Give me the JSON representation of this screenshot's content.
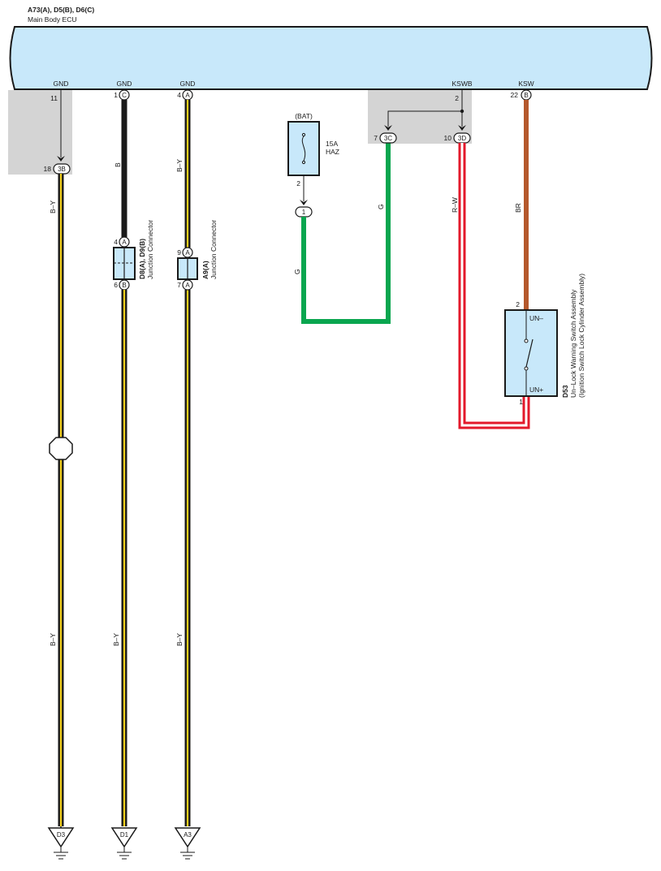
{
  "header": {
    "connector_codes": "A73(A), D5(B), D6(C)",
    "ecu_name": "Main Body ECU"
  },
  "colors": {
    "ecu_fill": "#c8e8fa",
    "shade": "#d4d4d4",
    "wire_black": "#1a1a1a",
    "wire_yellow": "#f2cf1a",
    "wire_green": "#0aa64f",
    "wire_red": "#e3192b",
    "wire_brown": "#b5582c"
  },
  "ecu_pins": {
    "gnd1": {
      "name": "GND",
      "pin": "11"
    },
    "gnd2": {
      "name": "GND",
      "pin": "1",
      "conn": "C"
    },
    "gnd3": {
      "name": "GND",
      "pin": "4",
      "conn": "A"
    },
    "kswb": {
      "name": "KSWB",
      "pin": "2"
    },
    "ksw": {
      "name": "KSW",
      "pin": "22",
      "conn": "B"
    }
  },
  "internal_conns": {
    "c3b": {
      "pin": "18",
      "conn": "3B"
    },
    "c3c": {
      "pin": "7",
      "conn": "3C"
    },
    "c3d": {
      "pin": "10",
      "conn": "3D"
    }
  },
  "wires": {
    "bk": "B",
    "by": "B–Y",
    "g": "G",
    "rw": "R–W",
    "br": "BR"
  },
  "fuse": {
    "source": "(BAT)",
    "rating": "15A",
    "name": "HAZ",
    "pin": "2",
    "conn": "1"
  },
  "jc1": {
    "code": "D8(A), D9(B)",
    "label": "Junction Connector",
    "pin_top": "4",
    "conn_top": "A",
    "pin_bottom": "6",
    "conn_bottom": "B"
  },
  "jc2": {
    "code": "A9(A)",
    "label": "Junction Connector",
    "pin_top": "9",
    "conn_top": "A",
    "pin_bottom": "7",
    "conn_bottom": "A"
  },
  "switch": {
    "code": "D53",
    "name": "Un–Lock Warning Switch Assembly",
    "sub": "(Ignition Switch Lock Cylinder Assembly)",
    "term_top": "UN–",
    "term_bottom": "UN+",
    "pin_top": "2",
    "pin_bottom": "1"
  },
  "grounds": {
    "g1": "D3",
    "g2": "D1",
    "g3": "A3"
  }
}
